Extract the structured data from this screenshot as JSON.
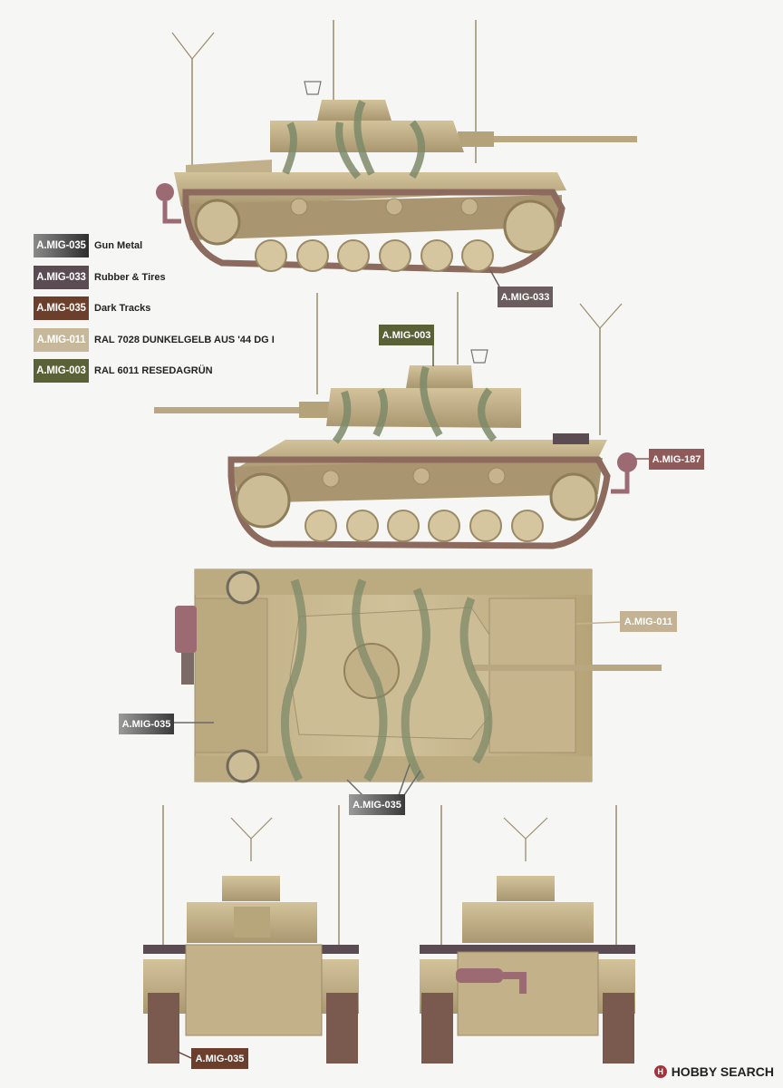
{
  "legend": [
    {
      "code": "A.MIG-035",
      "label": "Gun Metal",
      "color": "#6e6e6e"
    },
    {
      "code": "A.MIG-033",
      "label": "Rubber & Tires",
      "color": "#5a4c52"
    },
    {
      "code": "A.MIG-035",
      "label": "Dark Tracks",
      "color": "#6b3f2c"
    },
    {
      "code": "A.MIG-011",
      "label": "RAL 7028 DUNKELGELB AUS '44 DG I",
      "color": "#c8b89a"
    },
    {
      "code": "A.MIG-003",
      "label": "RAL 6011 RESEDAGRÜN",
      "color": "#5b6136"
    }
  ],
  "callouts": {
    "side1_tracks": {
      "code": "A.MIG-033",
      "color": "#6b5c5e"
    },
    "side2_turret": {
      "code": "A.MIG-003",
      "color": "#5b6136"
    },
    "side2_muffler": {
      "code": "A.MIG-187",
      "color": "#8e5a5a"
    },
    "top_hull": {
      "code": "A.MIG-011",
      "color": "#c3b394"
    },
    "top_tool": {
      "code": "A.MIG-035",
      "color": "#6b6b6b"
    },
    "top_exhaust": {
      "code": "A.MIG-035",
      "color": "#6b6b6b"
    },
    "front_tracks": {
      "code": "A.MIG-035",
      "color": "#6b3f2c"
    }
  },
  "watermark": {
    "text": "HOBBY SEARCH",
    "icon": "hobby-search-logo"
  },
  "colors": {
    "sand": "#c9b88e",
    "sand_dark": "#a8966c",
    "green": "#7d8a68",
    "track": "#8c6a5e",
    "muffler": "#9c6a72"
  }
}
